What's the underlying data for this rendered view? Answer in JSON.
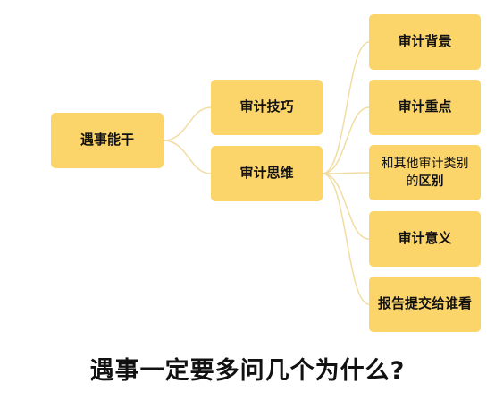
{
  "diagram": {
    "root": {
      "label": "遇事能干"
    },
    "branches": [
      {
        "label": "审计技巧"
      },
      {
        "label": "审计思维"
      }
    ],
    "leaves": [
      {
        "label": "审计背景"
      },
      {
        "label": "审计重点"
      },
      {
        "label_line1": "和其他审计类别",
        "label_line2_prefix": "的",
        "label_line2_bold": "区别"
      },
      {
        "label": "审计意义"
      },
      {
        "label": "报告提交给谁看"
      }
    ],
    "caption": "遇事一定要多问几个为什么?",
    "colors": {
      "node_fill": "#fbd56a",
      "connector": "#f1dca3",
      "text": "#111111"
    }
  }
}
